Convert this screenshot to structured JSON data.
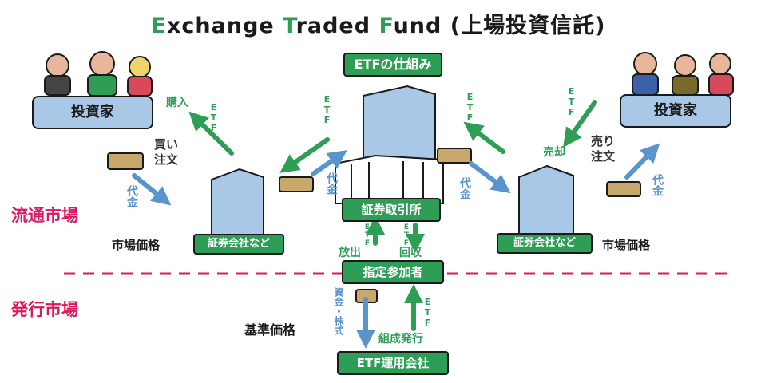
{
  "title": {
    "e": "E",
    "xchange": "xchange ",
    "t": "T",
    "raded": "raded ",
    "f": "F",
    "und": "und",
    "jp": " (上場投資信託)"
  },
  "labels": {
    "etf_structure": "ETFの仕組み",
    "investor_left": "投資家",
    "investor_right": "投資家",
    "exchange": "証券取引所",
    "broker_left": "証券会社など",
    "broker_right": "証券会社など",
    "designated_participant": "指定参加者",
    "asset_manager": "ETF運用会社",
    "secondary_market": "流通市場",
    "primary_market": "発行市場",
    "market_price_left": "市場価格",
    "market_price_right": "市場価格",
    "base_price": "基準価格"
  },
  "annotations": {
    "buy": "購入",
    "sell": "売却",
    "buy_order": "買い\n注文",
    "sell_order": "売り\n注文",
    "cash": "代金",
    "etf": "ETF",
    "release": "放出",
    "recover": "回収",
    "cash_stock": "資金・株式",
    "create_issue": "組成発行"
  },
  "colors": {
    "accent_green": "#2e9d56",
    "accent_blue": "#5a94cc",
    "market_pink": "#d81b60",
    "box_blue": "#a9c8e8"
  }
}
